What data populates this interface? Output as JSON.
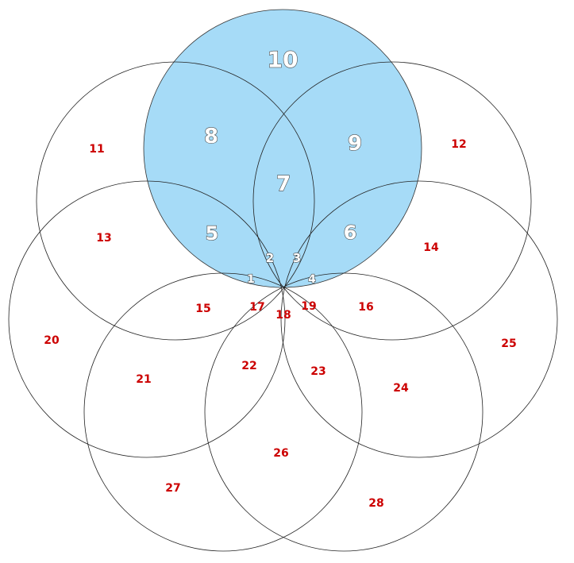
{
  "diagram": {
    "highlight_color": "#a6dbf7",
    "label_color_highlighted": "#ffffff",
    "label_color_other": "#cc0000",
    "regions": [
      {
        "label": "1",
        "style": "white"
      },
      {
        "label": "2",
        "style": "white"
      },
      {
        "label": "3",
        "style": "white"
      },
      {
        "label": "4",
        "style": "white"
      },
      {
        "label": "5",
        "style": "white"
      },
      {
        "label": "6",
        "style": "white"
      },
      {
        "label": "7",
        "style": "white"
      },
      {
        "label": "8",
        "style": "white"
      },
      {
        "label": "9",
        "style": "white"
      },
      {
        "label": "10",
        "style": "white"
      },
      {
        "label": "11",
        "style": "red"
      },
      {
        "label": "12",
        "style": "red"
      },
      {
        "label": "13",
        "style": "red"
      },
      {
        "label": "14",
        "style": "red"
      },
      {
        "label": "15",
        "style": "red"
      },
      {
        "label": "16",
        "style": "red"
      },
      {
        "label": "17",
        "style": "red"
      },
      {
        "label": "18",
        "style": "red"
      },
      {
        "label": "19",
        "style": "red"
      },
      {
        "label": "20",
        "style": "red"
      },
      {
        "label": "21",
        "style": "red"
      },
      {
        "label": "22",
        "style": "red"
      },
      {
        "label": "23",
        "style": "red"
      },
      {
        "label": "24",
        "style": "red"
      },
      {
        "label": "25",
        "style": "red"
      },
      {
        "label": "26",
        "style": "red"
      },
      {
        "label": "27",
        "style": "red"
      },
      {
        "label": "28",
        "style": "red"
      }
    ]
  }
}
